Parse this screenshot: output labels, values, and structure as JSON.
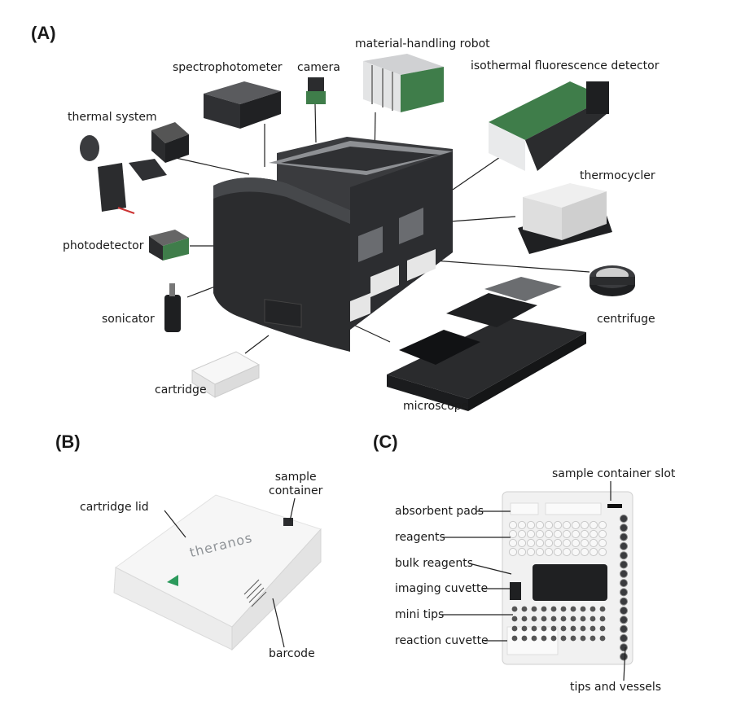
{
  "panels": {
    "a": {
      "letter": "(A)"
    },
    "b": {
      "letter": "(B)"
    },
    "c": {
      "letter": "(C)"
    }
  },
  "panel_a_labels": {
    "material_handling_robot": "material-handling robot",
    "spectrophotometer": "spectrophotometer",
    "camera": "camera",
    "isothermal_fluorescence_detector": "isothermal fluorescence detector",
    "thermal_system": "thermal system",
    "thermocycler": "thermocycler",
    "photodetector": "photodetector",
    "sonicator": "sonicator",
    "centrifuge": "centrifuge",
    "cartridge": "cartridge",
    "microscope": "microscope"
  },
  "panel_b_labels": {
    "sample_container_line1": "sample",
    "sample_container_line2": "container",
    "cartridge_lid": "cartridge lid",
    "barcode": "barcode",
    "brand": "theranos"
  },
  "panel_c_labels": {
    "sample_container_slot": "sample container slot",
    "absorbent_pads": "absorbent pads",
    "reagents": "reagents",
    "bulk_reagents": "bulk reagents",
    "imaging_cuvette": "imaging cuvette",
    "mini_tips": "mini tips",
    "reaction_cuvette": "reaction cuvette",
    "tips_and_vessels": "tips and vessels"
  },
  "colors": {
    "enclosure": "#2b2c2e",
    "enclosure_light": "#46484b",
    "frame": "#8e9094",
    "module_dark": "#2f3033",
    "module_light": "#e9eaeb",
    "pcb_green": "#3f7d4a",
    "cartridge_white": "#f4f4f4",
    "arrow_green": "#2c9a5c",
    "leader_line": "#222222"
  }
}
